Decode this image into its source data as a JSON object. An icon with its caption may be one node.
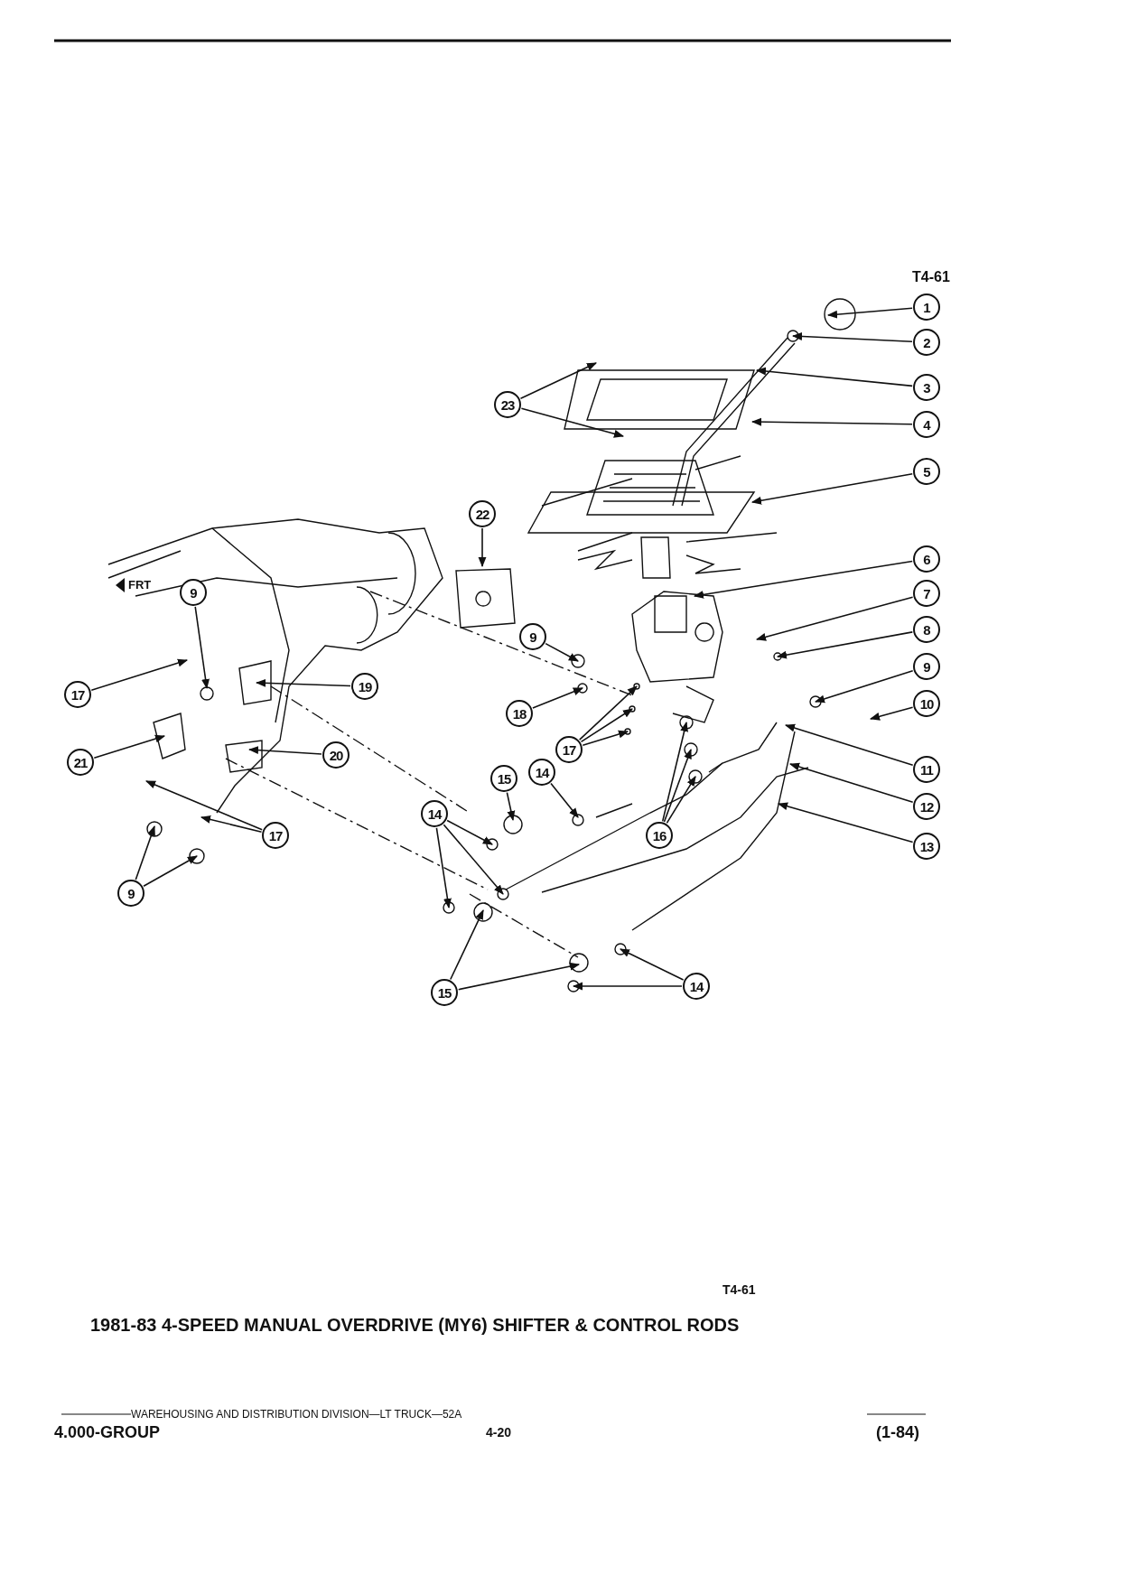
{
  "diagram": {
    "title": "1981-83 4-SPEED MANUAL OVERDRIVE (MY6) SHIFTER & CONTROL RODS",
    "nodes": [
      {
        "text": [
          "1"
        ]
      },
      {
        "text": [
          "2"
        ]
      },
      {
        "text": [
          "3"
        ]
      },
      {
        "text": [
          "4"
        ]
      },
      {
        "text": [
          "23"
        ]
      },
      {
        "text": [
          "5"
        ]
      },
      {
        "text": [
          "22"
        ]
      },
      {
        "text": [
          "6"
        ]
      },
      {
        "text": [
          "9"
        ]
      },
      {
        "text": [
          "7"
        ]
      },
      {
        "text": [
          "8"
        ]
      },
      {
        "text": [
          "17"
        ]
      },
      {
        "text": [
          "9"
        ]
      },
      {
        "text": [
          "19"
        ]
      },
      {
        "text": [
          "9"
        ]
      },
      {
        "text": [
          "10"
        ]
      },
      {
        "text": [
          "18"
        ]
      },
      {
        "text": [
          "17"
        ]
      },
      {
        "text": [
          "21"
        ]
      },
      {
        "text": [
          "20"
        ]
      },
      {
        "text": [
          "15"
        ]
      },
      {
        "text": [
          "14"
        ]
      },
      {
        "text": [
          "16"
        ]
      },
      {
        "text": [
          "11"
        ]
      },
      {
        "text": [
          "12"
        ]
      },
      {
        "text": [
          "17"
        ]
      },
      {
        "text": [
          "13"
        ]
      },
      {
        "text": [
          "14"
        ]
      },
      {
        "text": [
          "9"
        ]
      },
      {
        "text": [
          "14"
        ]
      },
      {
        "text": [
          "15"
        ]
      }
    ],
    "edges": [
      {
        "from": 0,
        "to": null,
        "arrow": "to"
      },
      {
        "from": 1,
        "to": null,
        "arrow": "to"
      },
      {
        "from": 2,
        "to": null,
        "arrow": "to"
      },
      {
        "from": 3,
        "to": null,
        "arrow": "to"
      },
      {
        "from": 4,
        "to": null,
        "arrow": "to"
      },
      {
        "from": 4,
        "to": null,
        "arrow": "to"
      },
      {
        "from": 5,
        "to": null,
        "arrow": "to"
      },
      {
        "from": 6,
        "to": null,
        "arrow": "to"
      },
      {
        "from": 7,
        "to": null,
        "arrow": "to"
      },
      {
        "from": 8,
        "to": null,
        "arrow": "to"
      },
      {
        "from": 9,
        "to": null,
        "arrow": "to"
      },
      {
        "from": 10,
        "to": null,
        "arrow": "to"
      },
      {
        "from": 11,
        "to": null,
        "arrow": "to"
      },
      {
        "from": 12,
        "to": null,
        "arrow": "to"
      },
      {
        "from": 13,
        "to": null,
        "arrow": "to"
      },
      {
        "from": 14,
        "to": null,
        "arrow": "to"
      },
      {
        "from": 15,
        "to": null,
        "arrow": "to"
      },
      {
        "from": 16,
        "to": null,
        "arrow": "to"
      },
      {
        "from": 17,
        "to": null,
        "arrow": "to"
      },
      {
        "from": 17,
        "to": null,
        "arrow": "to"
      },
      {
        "from": 17,
        "to": null,
        "arrow": "to"
      },
      {
        "from": 18,
        "to": null,
        "arrow": "to"
      },
      {
        "from": 19,
        "to": null,
        "arrow": "to"
      },
      {
        "from": 20,
        "to": null,
        "arrow": "to"
      },
      {
        "from": 21,
        "to": null,
        "arrow": "to"
      },
      {
        "from": 22,
        "to": null,
        "arrow": "to"
      },
      {
        "from": 22,
        "to": null,
        "arrow": "to"
      },
      {
        "from": 22,
        "to": null,
        "arrow": "to"
      },
      {
        "from": 23,
        "to": null,
        "arrow": "to"
      },
      {
        "from": 24,
        "to": null,
        "arrow": "to"
      },
      {
        "from": 25,
        "to": null,
        "arrow": "to"
      },
      {
        "from": 25,
        "to": null,
        "arrow": "to"
      },
      {
        "from": 26,
        "to": null,
        "arrow": "to"
      },
      {
        "from": 27,
        "to": null,
        "arrow": "to"
      },
      {
        "from": 27,
        "to": null,
        "arrow": "to"
      },
      {
        "from": 27,
        "to": null,
        "arrow": "to"
      },
      {
        "from": 28,
        "to": null,
        "arrow": "to"
      },
      {
        "from": 28,
        "to": null,
        "arrow": "to"
      },
      {
        "from": 29,
        "to": null,
        "arrow": "to"
      },
      {
        "from": 29,
        "to": null,
        "arrow": "to"
      },
      {
        "from": 30,
        "to": null,
        "arrow": "to"
      },
      {
        "from": 30,
        "to": null,
        "arrow": "to"
      }
    ],
    "labels": [
      "T4-61",
      "FRT",
      "T4-61",
      "WAREHOUSING AND DISTRIBUTION DIVISION—LT TRUCK—52A",
      "4.000-GROUP",
      "4-20",
      "(1-84)"
    ]
  }
}
